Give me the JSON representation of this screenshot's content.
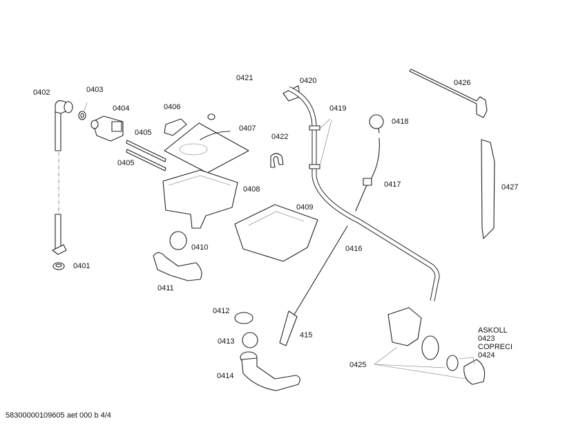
{
  "diagram": {
    "labels": {
      "l0401": "0401",
      "l0402": "0402",
      "l0403": "0403",
      "l0404": "0404",
      "l0405a": "0405",
      "l0405b": "0405",
      "l0406": "0406",
      "l0407": "0407",
      "l0408": "0408",
      "l0409": "0409",
      "l0410": "0410",
      "l0411": "0411",
      "l0412": "0412",
      "l0413": "0413",
      "l0414": "0414",
      "l415": "415",
      "l0416": "0416",
      "l0417": "0417",
      "l0418": "0418",
      "l0419": "0419",
      "l0420": "0420",
      "l0421": "0421",
      "l0422": "0422",
      "l0425": "0425",
      "l0426": "0426",
      "l0427": "0427",
      "askoll": "ASKOLL",
      "l0423": "0423",
      "copreci": "COPRECI",
      "l0424": "0424"
    },
    "footer": "58300000109605 aet 000 b 4/4"
  }
}
